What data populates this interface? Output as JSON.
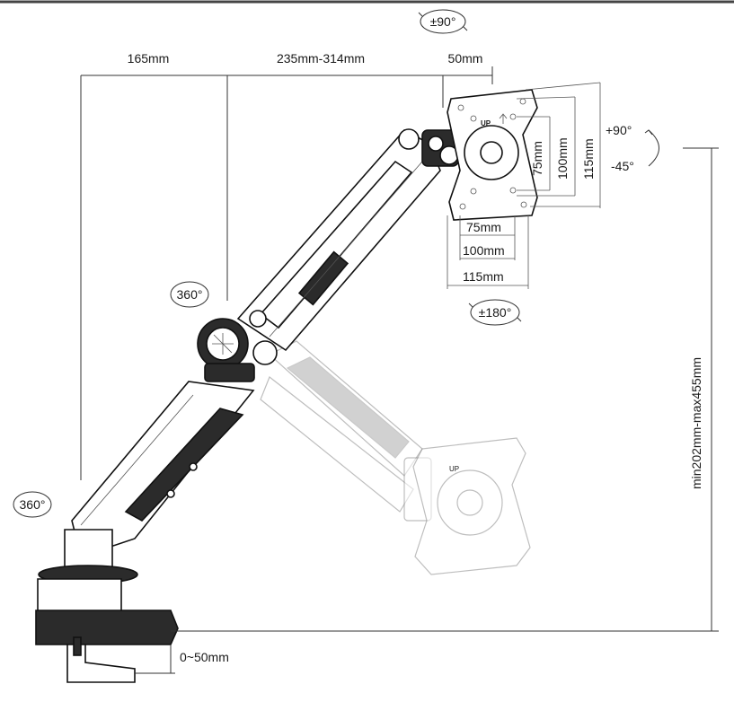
{
  "labels": {
    "rot_top": "±90°",
    "dim_165": "165mm",
    "dim_235_314": "235mm-314mm",
    "dim_50": "50mm",
    "tilt_up": "+90°",
    "tilt_down": "-45°",
    "vesa_v_75": "75mm",
    "vesa_v_100": "100mm",
    "vesa_v_115": "115mm",
    "vesa_h_75": "75mm",
    "vesa_h_100": "100mm",
    "vesa_h_115": "115mm",
    "rot_180": "±180°",
    "swivel_mid": "360°",
    "swivel_base": "360°",
    "height_range": "min202mm-max455mm",
    "clamp_range": "0~50mm",
    "plate_up": "UP"
  }
}
